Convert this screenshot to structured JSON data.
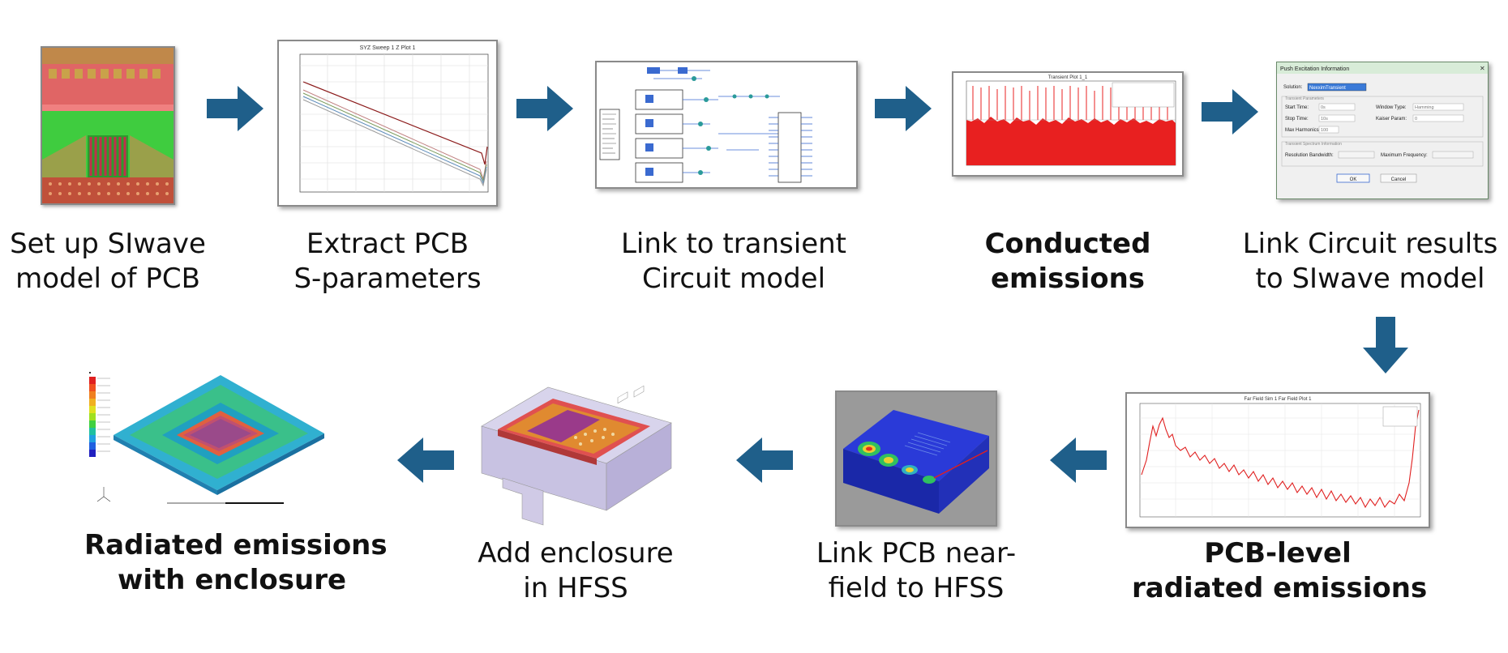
{
  "steps": [
    {
      "id": "setup",
      "line1": "Set up SIwave",
      "line2": "model of PCB",
      "bold": false
    },
    {
      "id": "extract",
      "line1": "Extract PCB",
      "line2": "S-parameters",
      "bold": false
    },
    {
      "id": "transient",
      "line1": "Link to transient",
      "line2": "Circuit model",
      "bold": false
    },
    {
      "id": "conducted",
      "line1": "Conducted",
      "line2": "emissions",
      "bold": true
    },
    {
      "id": "link-siwave",
      "line1": "Link Circuit results",
      "line2": "to SIwave model",
      "bold": false
    },
    {
      "id": "pcb-radiated",
      "line1": "PCB-level",
      "line2": "radiated emissions",
      "bold": true
    },
    {
      "id": "near-field",
      "line1": "Link PCB near-",
      "line2": "field to HFSS",
      "bold": false
    },
    {
      "id": "enclosure",
      "line1": "Add enclosure",
      "line2": "in HFSS",
      "bold": false
    },
    {
      "id": "radiated-enclosure",
      "line1": "Radiated emissions",
      "line2": "with enclosure",
      "bold": true
    }
  ],
  "thumbs": {
    "sparam_title": "SYZ Sweep 1 Z Plot 1",
    "transient_title": "Transient Plot 1_1",
    "farfield_title": "Far Field Sim 1 Far Field Plot 1",
    "dialog": {
      "title": "Push Excitation Information",
      "solution_label": "Solution:",
      "solution_value": "NexximTransient",
      "group1": "Transient Parameters",
      "start_label": "Start Time:",
      "start_value": "0s",
      "stop_label": "Stop Time:",
      "stop_value": "10s",
      "harm_label": "Max Harmonics:",
      "harm_value": "100",
      "window_label": "Window Type:",
      "window_value": "Hamming",
      "kaiser_label": "Kaiser Param:",
      "kaiser_value": "0",
      "group2": "Transient Spectrum Information",
      "rbw_label": "Resolution Bandwidth:",
      "maxf_label": "Maximum Frequency:",
      "ok": "OK",
      "cancel": "Cancel"
    }
  },
  "colors": {
    "arrow": "#1f5f8a",
    "pcb_red": "#e05a5a",
    "pcb_green": "#3ec93e",
    "plot_red": "#e02020"
  }
}
